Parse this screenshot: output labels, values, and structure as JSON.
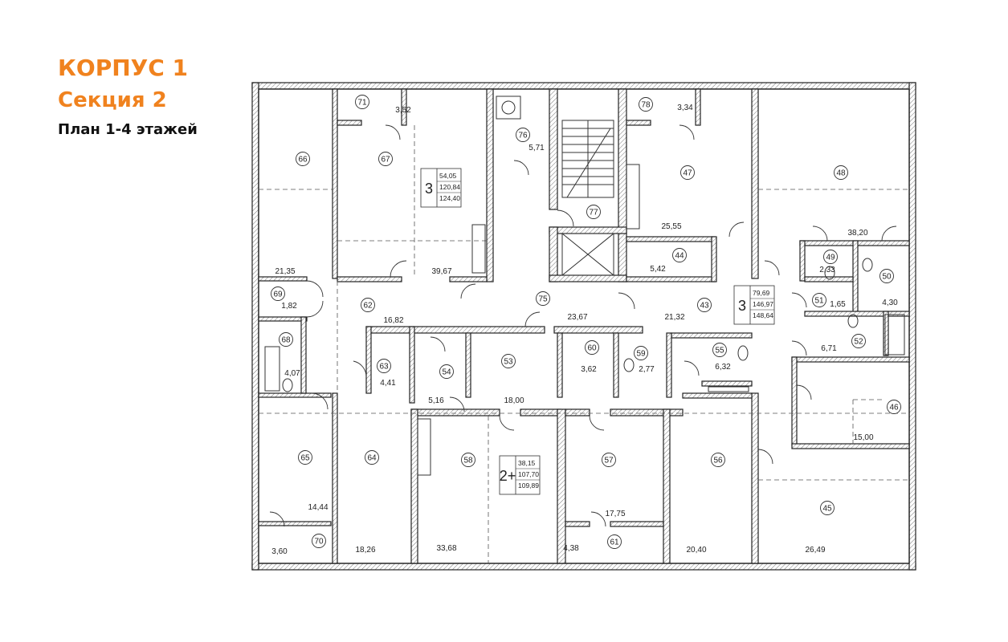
{
  "header": {
    "building": "КОРПУС 1",
    "section": "Секция 2",
    "plan": "План 1-4 этажей"
  },
  "rooms": [
    {
      "id": "66",
      "area": "21,35"
    },
    {
      "id": "67",
      "area": "39,67"
    },
    {
      "id": "71",
      "area": "3,52"
    },
    {
      "id": "76",
      "area": "5,71"
    },
    {
      "id": "77",
      "area": ""
    },
    {
      "id": "78",
      "area": "3,34"
    },
    {
      "id": "47",
      "area": "25,55"
    },
    {
      "id": "48",
      "area": "38,20"
    },
    {
      "id": "44",
      "area": "5,42"
    },
    {
      "id": "43",
      "area": "21,32"
    },
    {
      "id": "49",
      "area": "2,33"
    },
    {
      "id": "50",
      "area": "4,30"
    },
    {
      "id": "51",
      "area": "1,65"
    },
    {
      "id": "52",
      "area": "6,71"
    },
    {
      "id": "69",
      "area": "1,82"
    },
    {
      "id": "62",
      "area": "16,82"
    },
    {
      "id": "75",
      "area": "23,67"
    },
    {
      "id": "68",
      "area": "4,07"
    },
    {
      "id": "63",
      "area": "4,41"
    },
    {
      "id": "54",
      "area": "5,16"
    },
    {
      "id": "53",
      "area": "18,00"
    },
    {
      "id": "60",
      "area": "3,62"
    },
    {
      "id": "59",
      "area": "2,77"
    },
    {
      "id": "55",
      "area": "6,32"
    },
    {
      "id": "46",
      "area": "15,00"
    },
    {
      "id": "65",
      "area": "14,44"
    },
    {
      "id": "64",
      "area": "18,26"
    },
    {
      "id": "70",
      "area": "3,60"
    },
    {
      "id": "58",
      "area": "33,68"
    },
    {
      "id": "57",
      "area": "17,75"
    },
    {
      "id": "61",
      "area": "4,38"
    },
    {
      "id": "56",
      "area": "20,40"
    },
    {
      "id": "45",
      "area": "26,49"
    }
  ],
  "apartments": [
    {
      "rooms": "3",
      "living": "54,05",
      "total": "120,84",
      "total_balcony": "124,40"
    },
    {
      "rooms": "3",
      "living": "79,69",
      "total": "146,97",
      "total_balcony": "148,64"
    },
    {
      "rooms": "2+",
      "living": "38,15",
      "total": "107,70",
      "total_balcony": "109,89"
    }
  ]
}
